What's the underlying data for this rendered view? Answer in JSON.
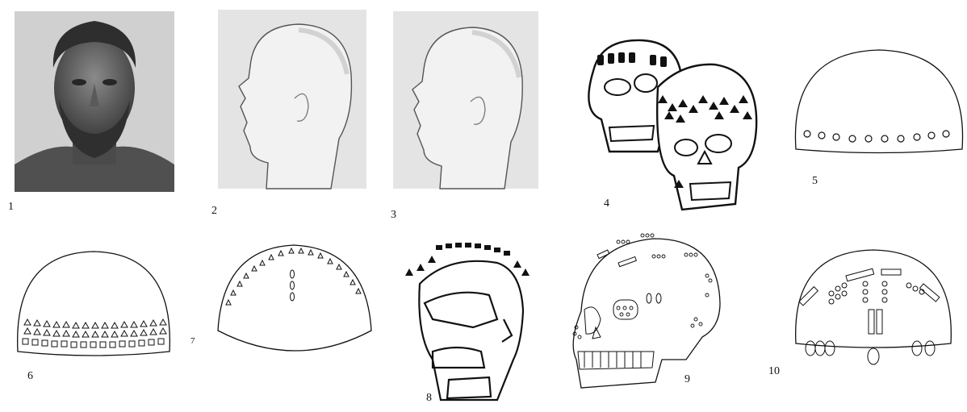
{
  "figure_numbers": {
    "f1": "1",
    "f2": "2",
    "f3": "3",
    "f4": "4",
    "f5": "5",
    "f6": "6",
    "f7": "7",
    "f8": "8",
    "f9": "9",
    "f10": "10"
  },
  "colors": {
    "ink": "#111111",
    "bronze_dark": "#3b3b3b",
    "bronze_mid": "#707070",
    "pencil_bg": "#e4e4e4",
    "pencil_shade": "#9a9a9a"
  }
}
